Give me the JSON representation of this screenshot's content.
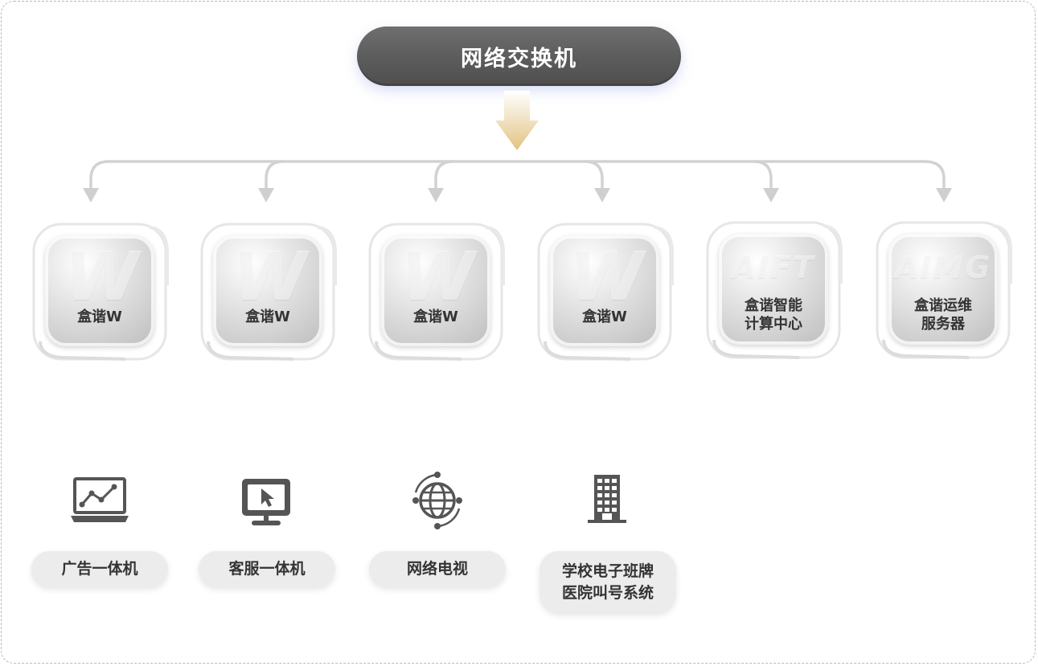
{
  "switch": {
    "label": "网络交换机"
  },
  "devices": [
    {
      "watermark": "W",
      "label": "盒谐W"
    },
    {
      "watermark": "W",
      "label": "盒谐W"
    },
    {
      "watermark": "W",
      "label": "盒谐W"
    },
    {
      "watermark": "W",
      "label": "盒谐W"
    },
    {
      "watermark": "AIFT",
      "label": "盒谐智能\n计算中心"
    },
    {
      "watermark": "AIMG",
      "label": "盒谐运维\n服务器"
    }
  ],
  "terminals": [
    {
      "icon": "laptop-chart-icon",
      "label": "广告一体机"
    },
    {
      "icon": "monitor-cursor-icon",
      "label": "客服一体机"
    },
    {
      "icon": "globe-network-icon",
      "label": "网络电视"
    },
    {
      "icon": "office-building-icon",
      "label": "学校电子班牌\n医院叫号系统"
    }
  ],
  "colors": {
    "arrow": "#e7c98a",
    "wire": "#d2d2d2",
    "icon": "#555555",
    "pill": "#ececec"
  }
}
